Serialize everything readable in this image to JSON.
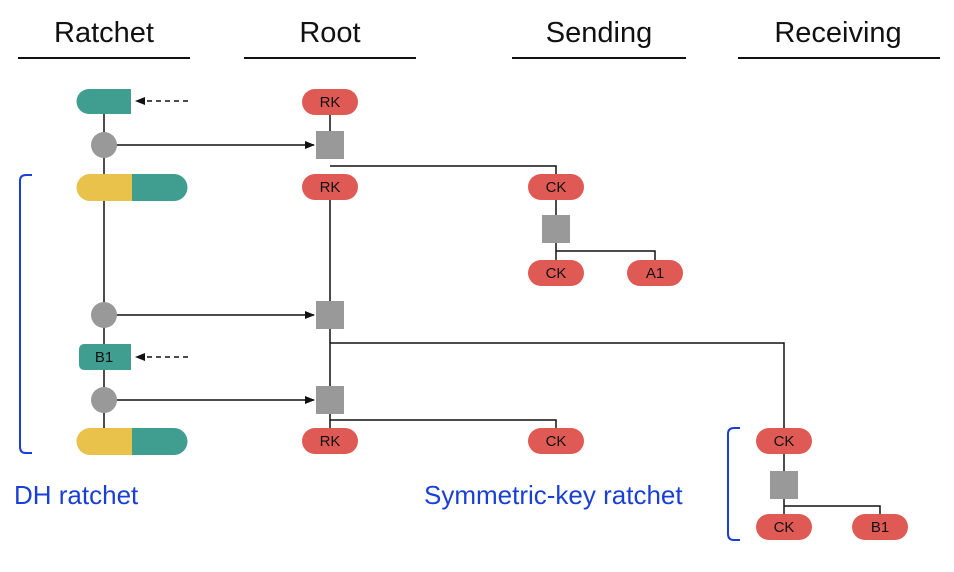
{
  "columns": {
    "ratchet": "Ratchet",
    "root": "Root",
    "sending": "Sending",
    "receiving": "Receiving"
  },
  "labels": {
    "dh_ratchet": "DH ratchet",
    "symmetric_key_ratchet": "Symmetric-key ratchet"
  },
  "nodes": {
    "rk": "RK",
    "ck": "CK",
    "a1": "A1",
    "b1": "B1"
  },
  "colors": {
    "key_red": "#e05a55",
    "teal": "#3f9e90",
    "yellow": "#e8c24a",
    "gray": "#999999",
    "blue": "#1a3fd6",
    "line": "#111111"
  }
}
